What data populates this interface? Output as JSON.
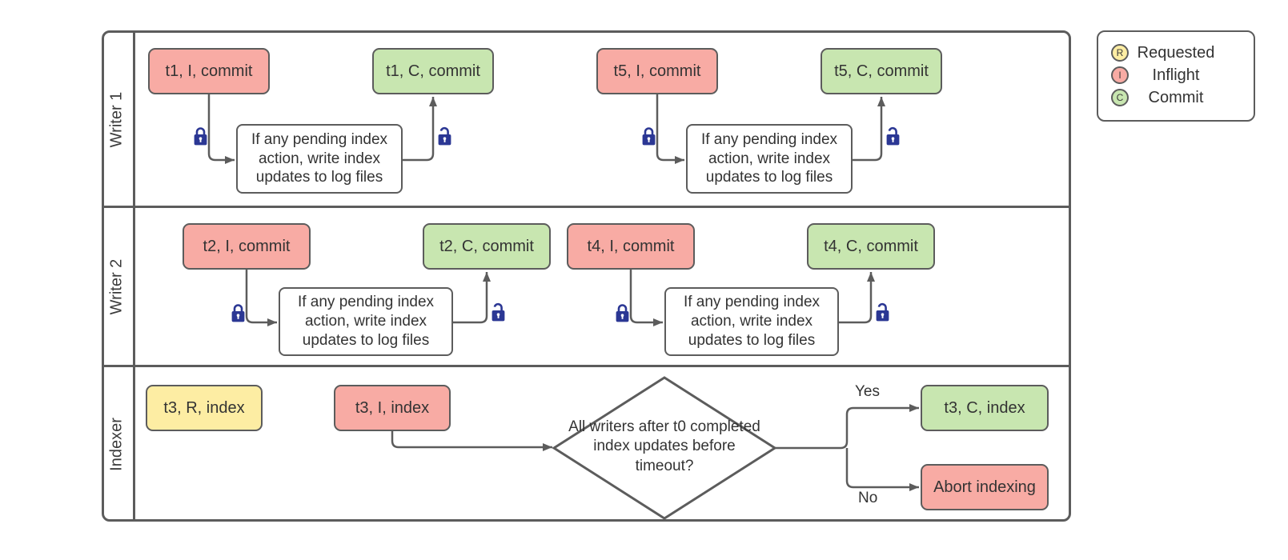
{
  "diagram": {
    "lanes": [
      {
        "label": "Writer 1",
        "nodes": {
          "inflight_a": "t1, I, commit",
          "cond_a": "If any pending index action, write index updates to log files",
          "commit_a": "t1, C, commit",
          "inflight_b": "t5, I, commit",
          "cond_b": "If any pending index action, write index updates to log files",
          "commit_b": "t5, C, commit"
        }
      },
      {
        "label": "Writer 2",
        "nodes": {
          "inflight_a": "t2, I, commit",
          "cond_a": "If any pending index action, write index updates to log files",
          "commit_a": "t2, C, commit",
          "inflight_b": "t4, I, commit",
          "cond_b": "If any pending index action, write index updates to log files",
          "commit_b": "t4, C, commit"
        }
      },
      {
        "label": "Indexer",
        "nodes": {
          "requested": "t3, R, index",
          "inflight": "t3, I, index",
          "decision": "All writers after t0 completed index updates before timeout?",
          "yes": "Yes",
          "no": "No",
          "commit": "t3, C, index",
          "abort": "Abort indexing"
        }
      }
    ]
  },
  "legend": {
    "items": [
      {
        "symbol": "R",
        "label": "Requested"
      },
      {
        "symbol": "I",
        "label": "Inflight"
      },
      {
        "symbol": "C",
        "label": "Commit"
      }
    ]
  },
  "colors": {
    "requested": "#fdeda3",
    "inflight": "#f8aba4",
    "commit": "#c8e6b0",
    "stroke": "#5c5c5c",
    "lock": "#2b3794",
    "text": "#333333"
  }
}
